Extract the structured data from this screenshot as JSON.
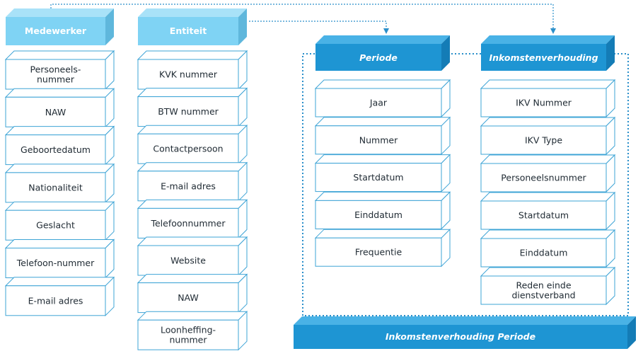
{
  "colors": {
    "light_header": "#7fd3f4",
    "light_header_side": "#5fb7dc",
    "dark_header": "#1e95d3",
    "dark_header_side": "#147cb6",
    "dark_header_top": "#49b2e6",
    "box_border": "#3ea4d6",
    "connector": "#2a8fca"
  },
  "entities": {
    "medewerker": {
      "title": "Medewerker",
      "fields": [
        "Personeels-\nnummer",
        "NAW",
        "Geboortedatum",
        "Nationaliteit",
        "Geslacht",
        "Telefoon-nummer",
        "E-mail adres"
      ]
    },
    "entiteit": {
      "title": "Entiteit",
      "fields": [
        "KVK nummer",
        "BTW nummer",
        "Contactpersoon",
        "E-mail adres",
        "Telefoonnummer",
        "Website",
        "NAW",
        "Loonheffing-\nnummer"
      ]
    },
    "periode": {
      "title": "Periode",
      "fields": [
        "Jaar",
        "Nummer",
        "Startdatum",
        "Einddatum",
        "Frequentie"
      ]
    },
    "inkomstenverhouding": {
      "title": "Inkomstenverhouding",
      "fields": [
        "IKV Nummer",
        "IKV Type",
        "Personeelsnummer",
        "Startdatum",
        "Einddatum",
        "Reden einde\ndienstverband"
      ]
    },
    "inkomstenverhouding_periode": {
      "title": "Inkomstenverhouding  Periode"
    }
  }
}
